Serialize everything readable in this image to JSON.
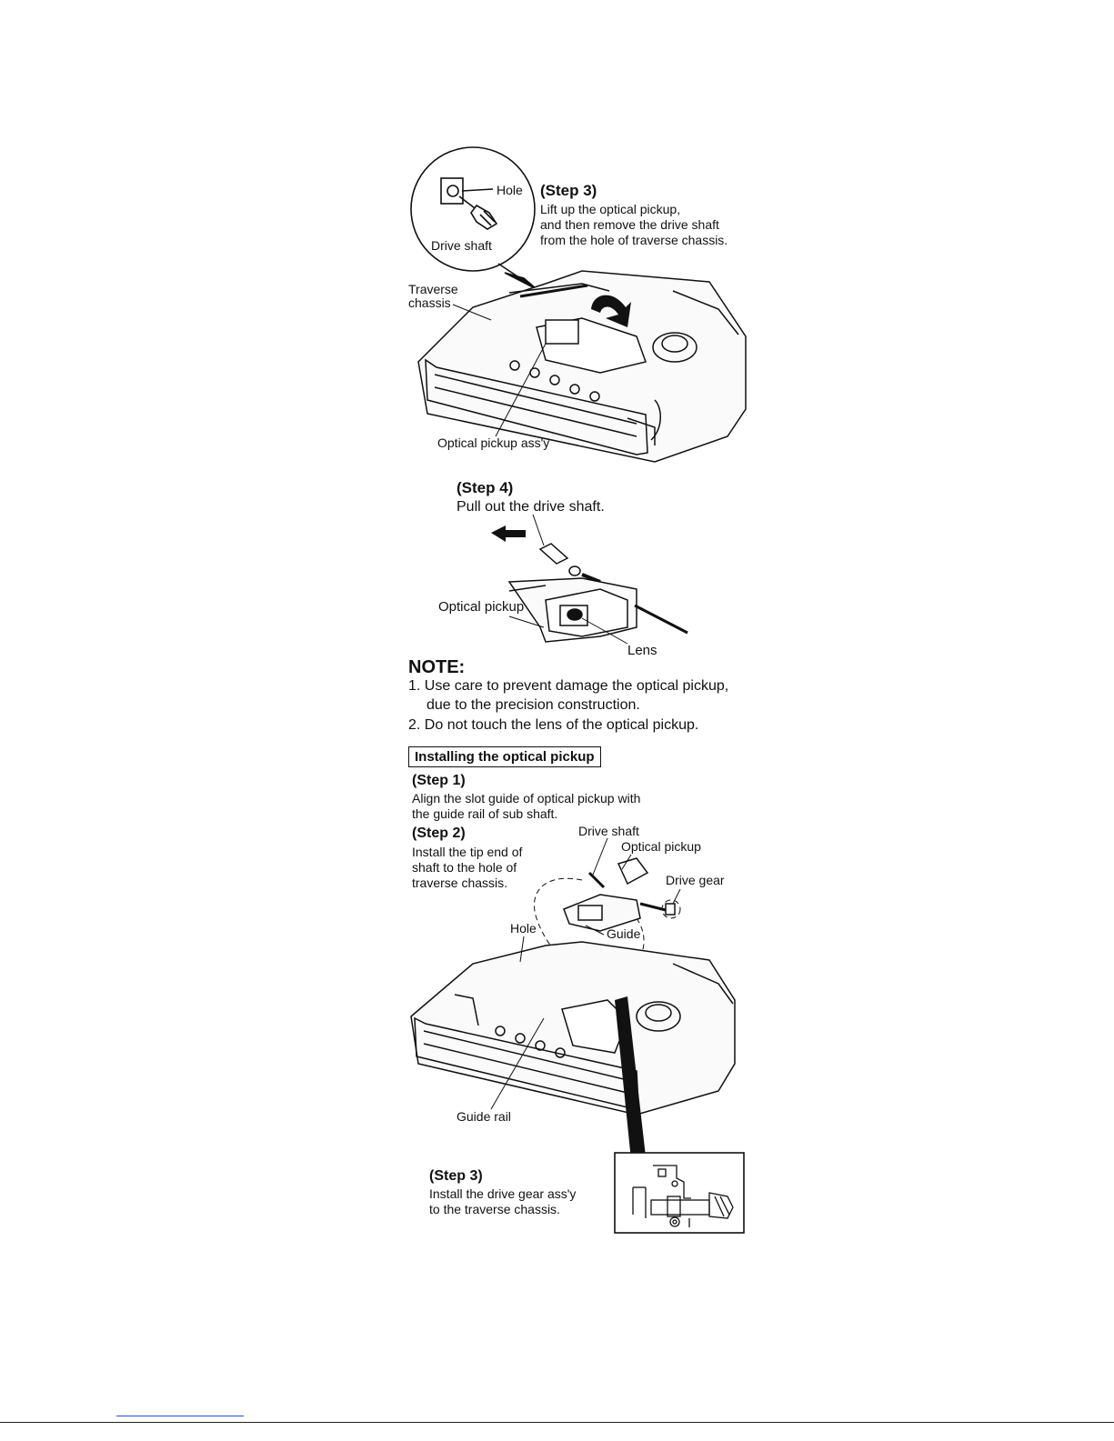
{
  "figure1": {
    "step_title": "(Step 3)",
    "step_text": [
      "Lift up the optical pickup,",
      "and then remove the drive shaft",
      "from the hole of traverse chassis."
    ],
    "labels": {
      "hole": "Hole",
      "drive_shaft": "Drive shaft",
      "traverse_chassis": [
        "Traverse",
        "chassis"
      ],
      "optical_pickup_assy": "Optical pickup ass'y"
    }
  },
  "figure2": {
    "step_title": "(Step 4)",
    "step_text": "Pull out the drive shaft.",
    "labels": {
      "optical_pickup": "Optical pickup",
      "lens": "Lens"
    }
  },
  "note": {
    "title": "NOTE:",
    "items": [
      "1. Use care to prevent damage the optical pickup,",
      "due to the precision construction.",
      "2. Do not touch the lens of the optical pickup."
    ]
  },
  "install": {
    "heading": "Installing the optical pickup",
    "step1_title": "(Step 1)",
    "step1_text": [
      "Align the slot guide of optical pickup with",
      "the guide rail of sub shaft."
    ],
    "step2_title": "(Step 2)",
    "step2_text": [
      "Install the tip end of",
      "shaft to the hole of",
      "traverse chassis."
    ],
    "labels": {
      "drive_shaft": "Drive shaft",
      "optical_pickup": "Optical pickup",
      "drive_gear": "Drive gear",
      "hole": "Hole",
      "guide": "Guide",
      "guide_rail": "Guide rail"
    },
    "step3_title": "(Step 3)",
    "step3_text": [
      "Install the drive gear ass'y",
      "to the traverse chassis."
    ]
  }
}
